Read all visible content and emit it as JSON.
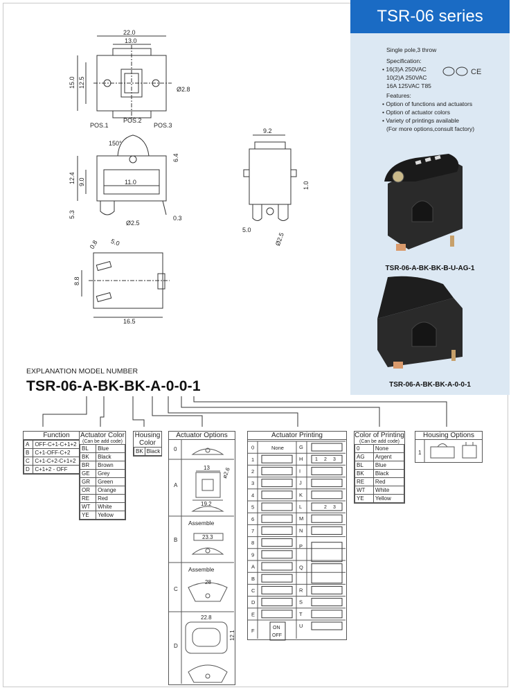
{
  "series_title": "TSR-06 series",
  "specs": {
    "line1": "Single pole,3 throw",
    "spec_heading": "Specification:",
    "ratings": [
      "16(3)A 250VAC",
      "10(2)A 250VAC",
      "16A 125VAC T85"
    ],
    "features_heading": "Features:",
    "features": [
      "Option of functions and actuators",
      "Option of actuator colors",
      "Variety of printings available",
      "(For more options,consult factory)"
    ]
  },
  "captions": {
    "photo1": "TSR-06-A-BK-BK-B-U-AG-1",
    "photo2": "TSR-06-A-BK-BK-A-0-0-1"
  },
  "dims": {
    "d22": "22.0",
    "d13": "13.0",
    "d15": "15.0",
    "d125": "12.5",
    "d28": "Ø2.8",
    "pos1": "POS.1",
    "pos2": "POS.2",
    "pos3": "POS.3",
    "ang": "150°",
    "d64": "6.4",
    "d124": "12.4",
    "d90": "9.0",
    "d110": "11.0",
    "d53": "5.3",
    "d25": "Ø2.5",
    "d03": "0.3",
    "d92": "9.2",
    "d10": "1.0",
    "d50": "5.0",
    "d25b": "Ø2.5",
    "d08": "0.8",
    "d50b": "5.0",
    "d88": "8.8",
    "d165": "16.5"
  },
  "explanation": "EXPLANATION MODEL NUMBER",
  "model": "TSR-06-A-BK-BK-A-0-0-1",
  "function": {
    "title": "Function",
    "rows": [
      [
        "A",
        "OFF-C+1-C+1+2"
      ],
      [
        "B",
        "C+1-OFF-C+2"
      ],
      [
        "C",
        "C+1-C+2-C+1+2"
      ],
      [
        "D",
        "C+1+2 - OFF"
      ]
    ]
  },
  "actuator_color": {
    "title": "Actuator Color",
    "sub": "(Can be add code)",
    "rows": [
      [
        "BL",
        "Blue"
      ],
      [
        "BK",
        "Black"
      ],
      [
        "BR",
        "Brown"
      ],
      [
        "GE",
        "Grey"
      ],
      [
        "GR",
        "Green"
      ],
      [
        "OR",
        "Orange"
      ],
      [
        "RE",
        "Red"
      ],
      [
        "WT",
        "White"
      ],
      [
        "YE",
        "Yellow"
      ]
    ]
  },
  "housing_color": {
    "title1": "Housing",
    "title2": "Color",
    "rows": [
      [
        "BK",
        "Black"
      ]
    ]
  },
  "actuator_options": {
    "title": "Actuator Options",
    "rows": [
      "0",
      "A",
      "B",
      "C",
      "D"
    ],
    "assemble": "Assemble",
    "dims": {
      "a13": "13",
      "a26": "ø2.6",
      "a192": "19.2",
      "b233": "23.3",
      "c28": "28",
      "d228": "22.8",
      "d121": "12.1"
    }
  },
  "actuator_printing": {
    "title": "Actuator Printing",
    "left_codes": [
      "0",
      "1",
      "2",
      "3",
      "4",
      "5",
      "6",
      "7",
      "8",
      "9",
      "A",
      "B",
      "C",
      "D",
      "E",
      "F"
    ],
    "right_codes": [
      "G",
      "H",
      "I",
      "J",
      "K",
      "L",
      "M",
      "N",
      "P",
      "Q",
      "R",
      "S",
      "T",
      "U"
    ],
    "none": "None",
    "on": "ON",
    "off": "OFF",
    "h_nums": [
      "1",
      "2",
      "3"
    ],
    "l_nums": [
      "2",
      "3"
    ]
  },
  "color_printing": {
    "title": "Color of Printing",
    "sub": "(Can be add code)",
    "rows": [
      [
        "0",
        "None"
      ],
      [
        "AG",
        "Argent"
      ],
      [
        "BL",
        "Blue"
      ],
      [
        "BK",
        "Black"
      ],
      [
        "RE",
        "Red"
      ],
      [
        "WT",
        "White"
      ],
      [
        "YE",
        "Yellow"
      ]
    ]
  },
  "housing_options": {
    "title": "Housing Options",
    "rows": [
      "1"
    ]
  }
}
